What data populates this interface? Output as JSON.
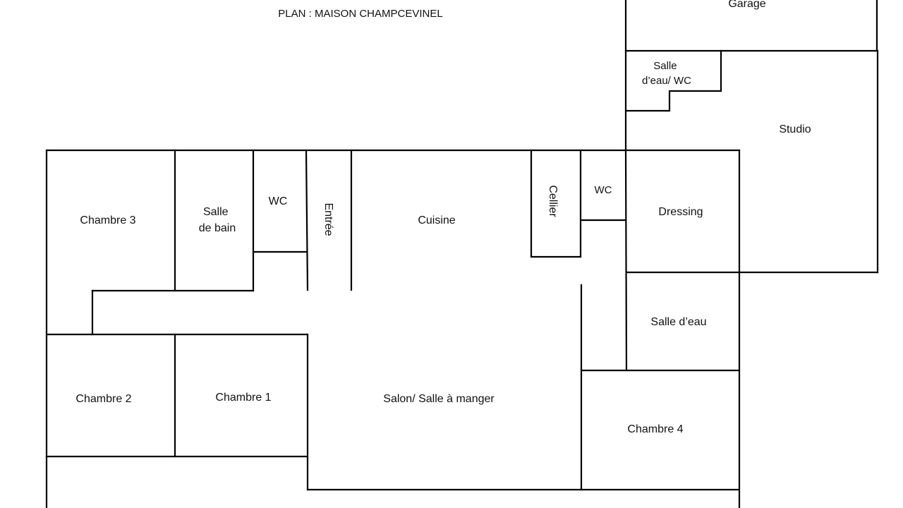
{
  "title": "PLAN : MAISON CHAMPCEVINEL",
  "rooms": {
    "garage": "Garage",
    "salle_eau_wc": [
      "Salle",
      "d’eau/ WC"
    ],
    "studio": "Studio",
    "chambre3": "Chambre 3",
    "salle_de_bain": [
      "Salle",
      "de bain"
    ],
    "wc1": "WC",
    "entree": "Entrée",
    "cuisine": "Cuisine",
    "cellier": "Cellier",
    "wc2": "WC",
    "dressing": "Dressing",
    "salle_eau": "Salle d’eau",
    "chambre2": "Chambre 2",
    "chambre1": "Chambre 1",
    "salon": "Salon/ Salle à manger",
    "chambre4": "Chambre 4"
  }
}
